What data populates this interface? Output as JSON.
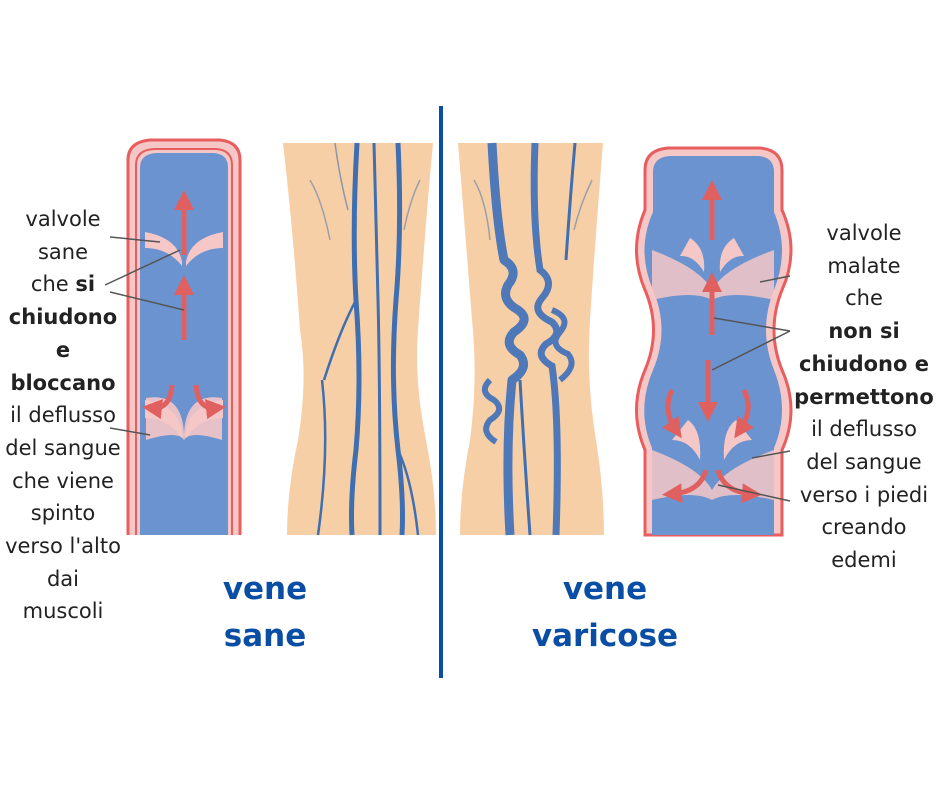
{
  "left_panel": {
    "label_lines": [
      {
        "text": "valvole",
        "bold": false
      },
      {
        "text": "sane",
        "bold": false
      },
      {
        "prefix": "che ",
        "strong": "si"
      },
      {
        "text": "chiudono",
        "bold": true
      },
      {
        "text": "e",
        "bold": true
      },
      {
        "text": "bloccano",
        "bold": true
      },
      {
        "text": "il deflusso",
        "bold": false
      },
      {
        "text": "del sangue",
        "bold": false
      },
      {
        "text": "che viene",
        "bold": false
      },
      {
        "text": "spinto",
        "bold": false
      },
      {
        "text": "verso l'alto",
        "bold": false
      },
      {
        "text": "dai",
        "bold": false
      },
      {
        "text": "muscoli",
        "bold": false
      }
    ],
    "title_line1": "vene",
    "title_line2": "sane"
  },
  "right_panel": {
    "label_lines": [
      {
        "text": "valvole",
        "bold": false
      },
      {
        "text": "malate",
        "bold": false
      },
      {
        "text": "che",
        "bold": false
      },
      {
        "text": "non si",
        "bold": true
      },
      {
        "text": "chiudono e",
        "bold": true
      },
      {
        "text": "permettono",
        "bold": true
      },
      {
        "text": "il deflusso",
        "bold": false
      },
      {
        "text": "del sangue",
        "bold": false
      },
      {
        "text": "verso i piedi",
        "bold": false
      },
      {
        "text": "creando",
        "bold": false
      },
      {
        "text": "edemi",
        "bold": false
      }
    ],
    "title_line1": "vene",
    "title_line2": "varicose"
  },
  "colors": {
    "vein_blue": "#6b93cf",
    "vein_wall_pink": "#f5c7c7",
    "vein_wall_red": "#e85d5d",
    "skin": "#f7cfa7",
    "leg_vein": "#3f6fb0",
    "title_blue": "#0a4da5",
    "divider": "#0a4da5"
  }
}
